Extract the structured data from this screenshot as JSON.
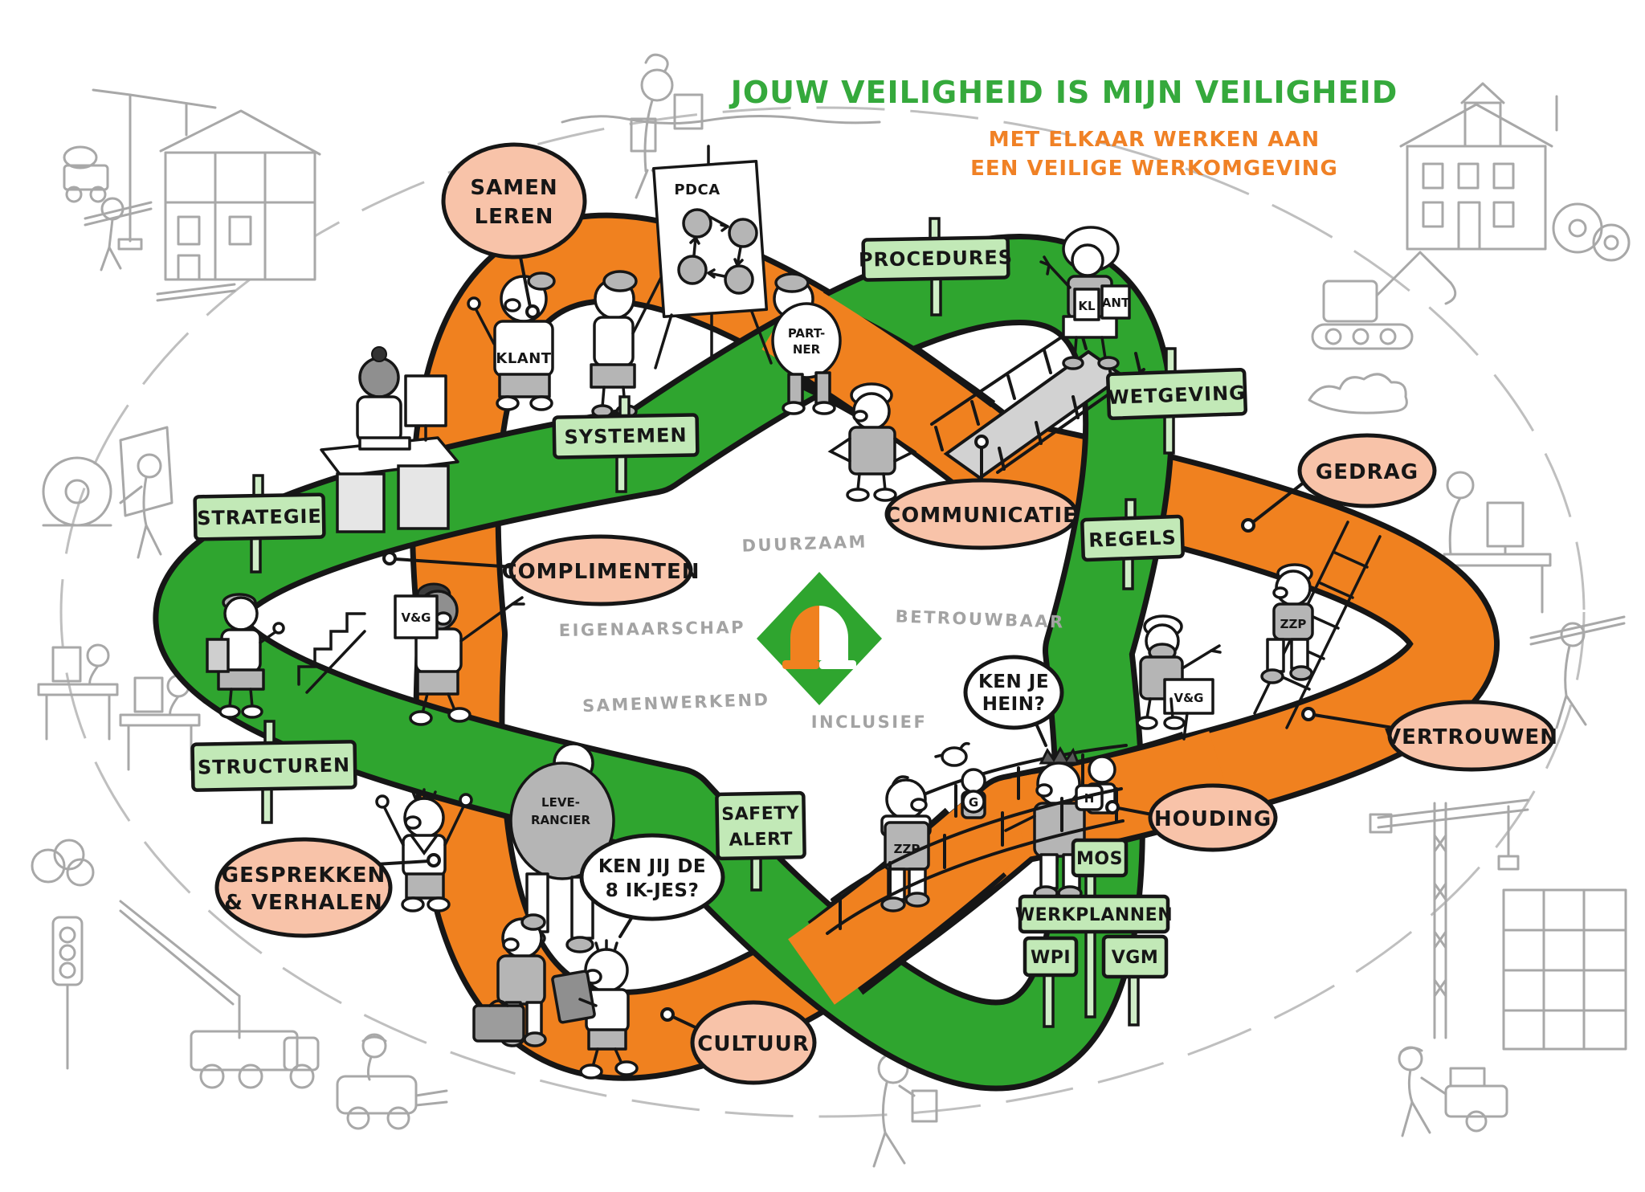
{
  "header": {
    "title": "JOUW VEILIGHEID IS MIJN VEILIGHEID",
    "subtitle_line1": "MET ELKAAR WERKEN AAN",
    "subtitle_line2": "EEN VEILIGE WERKOMGEVING"
  },
  "core_values": {
    "duurzaam": "DUURZAAM",
    "betrouwbaar": "BETROUWBAAR",
    "eigenaarschap": "EIGENAARSCHAP",
    "samenwerkend": "SAMENWERKEND",
    "inclusief": "INCLUSIEF"
  },
  "signs": {
    "procedures": {
      "label": "PROCEDURES"
    },
    "wetgeving": {
      "label": "WETGEVING"
    },
    "systemen": {
      "label": "SYSTEMEN"
    },
    "strategie": {
      "label": "STRATEGIE"
    },
    "regels": {
      "label": "REGELS"
    },
    "structuren": {
      "label": "STRUCTUREN"
    },
    "safety_alert": {
      "line1": "SAFETY",
      "line2": "ALERT"
    },
    "mos": {
      "label": "MOS"
    },
    "werkplannen": {
      "label": "WERKPLANNEN"
    },
    "wpi": {
      "label": "WPI"
    },
    "vgm": {
      "label": "VGM"
    }
  },
  "callouts": {
    "samen_leren": {
      "line1": "SAMEN",
      "line2": "LEREN"
    },
    "complimenten": {
      "label": "COMPLIMENTEN"
    },
    "communicatie": {
      "label": "COMMUNICATIE"
    },
    "gedrag": {
      "label": "GEDRAG"
    },
    "vertrouwen": {
      "label": "VERTROUWEN"
    },
    "houding": {
      "label": "HOUDING"
    },
    "gesprekken": {
      "line1": "GESPREKKEN",
      "line2": "& VERHALEN"
    },
    "cultuur": {
      "label": "CULTUUR"
    }
  },
  "speech_bubbles": {
    "ken_je_hein": {
      "line1": "KEN JE",
      "line2": "HEIN?"
    },
    "ken_jij": {
      "line1": "KEN JIJ DE",
      "line2": "8 IK-JES?"
    }
  },
  "board": {
    "pdca": "PDCA"
  },
  "figure_labels": {
    "klant": "KLANT",
    "partner_line1": "PART-",
    "partner_line2": "NER",
    "kl": "KL",
    "ant": "ANT",
    "vg": "V&G",
    "zzp": "ZZP",
    "leverancier_line1": "LEVE-",
    "leverancier_line2": "RANCIER",
    "h": "H",
    "g": "G"
  },
  "colors": {
    "path_orange": "#f0811f",
    "path_green": "#2fa52f",
    "sign_fill": "#c2e9b7",
    "bubble_salmon": "#f8c3a9",
    "title_green": "#35a93c",
    "subtitle_orange": "#f08125",
    "values_gray": "#a3a3a3",
    "sketch_gray": "#a8a8a8",
    "outline_black": "#161616"
  }
}
